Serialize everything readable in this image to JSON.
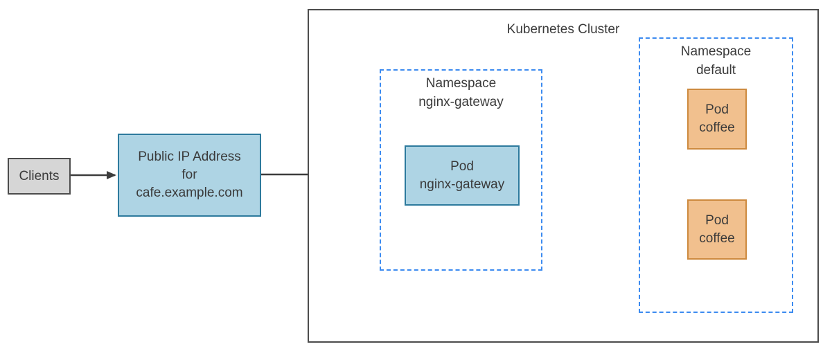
{
  "colors": {
    "gray_fill": "#d6d6d6",
    "blue_fill": "#aed4e4",
    "blue_stroke": "#2d7a9d",
    "orange_fill": "#f1c08e",
    "orange_stroke": "#cd8a3f",
    "dashed_blue": "#3c8bf0",
    "dark_line": "#4c4c4c",
    "arrow_color": "#3c3c3c",
    "text_color": "#3a3a3a"
  },
  "diagram": {
    "clients": {
      "label": "Clients"
    },
    "public_ip": {
      "line1": "Public IP Address",
      "line2": "for",
      "line3": "cafe.example.com"
    },
    "cluster": {
      "title": "Kubernetes Cluster"
    },
    "namespace_gateway": {
      "line1": "Namespace",
      "line2": "nginx-gateway"
    },
    "pod_gateway": {
      "line1": "Pod",
      "line2": "nginx-gateway"
    },
    "namespace_default": {
      "line1": "Namespace",
      "line2": "default"
    },
    "pod_coffee_top": {
      "line1": "Pod",
      "line2": "coffee"
    },
    "pod_coffee_bottom": {
      "line1": "Pod",
      "line2": "coffee"
    }
  }
}
